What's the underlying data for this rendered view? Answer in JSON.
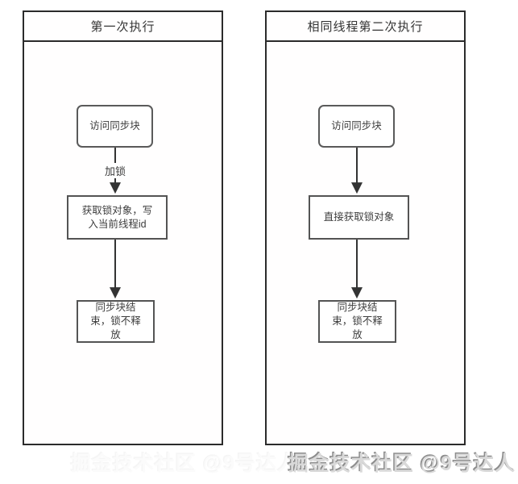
{
  "left_panel": {
    "title": "第一次执行",
    "edge_label": "加锁",
    "nodes": {
      "n1": {
        "lines": [
          "访问同步块"
        ]
      },
      "n2": {
        "lines": [
          "获取锁对象，写",
          "入当前线程id"
        ]
      },
      "n3": {
        "lines": [
          "同步块结",
          "束，锁不释",
          "放"
        ]
      }
    }
  },
  "right_panel": {
    "title": "相同线程第二次执行",
    "nodes": {
      "n1": {
        "lines": [
          "访问同步块"
        ]
      },
      "n2": {
        "lines": [
          "直接获取锁对象"
        ]
      },
      "n3": {
        "lines": [
          "同步块结",
          "束，锁不释",
          "放"
        ]
      }
    }
  },
  "watermark": {
    "text": "掘金技术社区 @9号达人"
  },
  "colors": {
    "panel_border": "#2b2b2b",
    "node_border": "#545454",
    "arrow": "#333333",
    "text": "#3d3d3d",
    "watermark": "#d9d9d9",
    "background": "#ffffff"
  }
}
